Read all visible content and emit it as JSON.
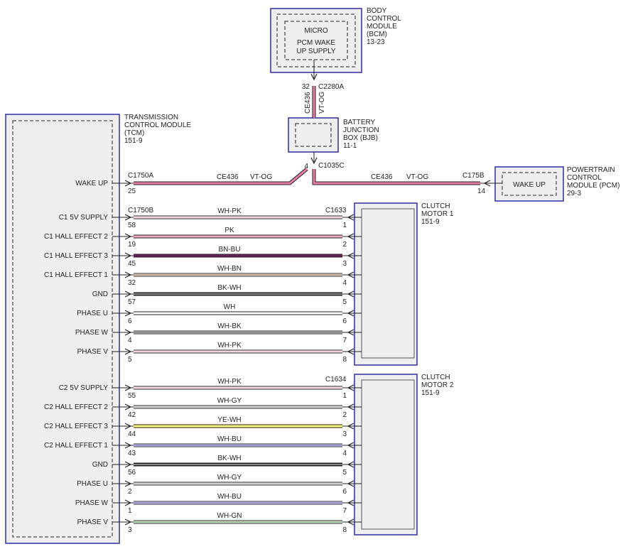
{
  "modules": {
    "bcm": {
      "lines": [
        "BODY",
        "CONTROL",
        "MODULE",
        "(BCM)",
        "13-23"
      ],
      "inner_title": "MICRO",
      "inner_lines": [
        "PCM WAKE",
        "UP SUPPLY"
      ]
    },
    "bjb": {
      "lines": [
        "BATTERY",
        "JUNCTION",
        "BOX (BJB)",
        "11-1"
      ]
    },
    "tcm": {
      "lines": [
        "TRANSMISSION",
        "CONTROL MODULE",
        "(TCM)",
        "151-9"
      ]
    },
    "pcm": {
      "lines": [
        "POWERTRAIN",
        "CONTROL",
        "MODULE (PCM)",
        "29-3"
      ],
      "inner_label": "WAKE UP"
    },
    "motor1": {
      "lines": [
        "CLUTCH",
        "MOTOR 1",
        "151-9"
      ]
    },
    "motor2": {
      "lines": [
        "CLUTCH",
        "MOTOR 2",
        "151-9"
      ]
    }
  },
  "connectors": {
    "bcm_pin": "32",
    "bcm_conn": "C2280A",
    "bjb_vertical_wire": "CE436",
    "bjb_vertical_color": "VT-OG",
    "bjb_pin": "4",
    "bjb_conn": "C1035C",
    "tcm_wake_conn": "C1750A",
    "tcm_wake_pin": "25",
    "wake_left_circuit": "CE436",
    "wake_left_color": "VT-OG",
    "wake_right_circuit": "CE436",
    "wake_right_color": "VT-OG",
    "pcm_conn": "C175B",
    "pcm_pin": "14",
    "tcm_signal_conn": "C1750B",
    "motor1_conn": "C1633",
    "motor2_conn": "C1634"
  },
  "tcm_wake_label": "WAKE UP",
  "group1": [
    {
      "label": "C1 5V SUPPLY",
      "pin": "58",
      "color": "WH-PK",
      "mpin": "1",
      "stroke": "#ffffff",
      "stripe": "#f2a7c4"
    },
    {
      "label": "C1 HALL EFFECT 2",
      "pin": "19",
      "color": "PK",
      "mpin": "2",
      "stroke": "#f0a9bd",
      "stripe": ""
    },
    {
      "label": "C1 HALL EFFECT 3",
      "pin": "45",
      "color": "BN-BU",
      "mpin": "3",
      "stroke": "#7a1f3a",
      "stripe": "#4a2a8a"
    },
    {
      "label": "C1 HALL EFFECT 1",
      "pin": "32",
      "color": "WH-BN",
      "mpin": "4",
      "stroke": "#ffffff",
      "stripe": "#9a6a3a"
    },
    {
      "label": "GND",
      "pin": "57",
      "color": "BK-WH",
      "mpin": "5",
      "stroke": "#111111",
      "stripe": "#ffffff"
    },
    {
      "label": "PHASE U",
      "pin": "6",
      "color": "WH",
      "mpin": "6",
      "stroke": "#ffffff",
      "stripe": ""
    },
    {
      "label": "PHASE W",
      "pin": "4",
      "color": "WH-BK",
      "mpin": "7",
      "stroke": "#ffffff",
      "stripe": "#222222"
    },
    {
      "label": "PHASE V",
      "pin": "5",
      "color": "WH-PK",
      "mpin": "8",
      "stroke": "#ffffff",
      "stripe": "#f2a7c4"
    }
  ],
  "group2": [
    {
      "label": "C2 5V SUPPLY",
      "pin": "55",
      "color": "WH-PK",
      "mpin": "1",
      "stroke": "#ffffff",
      "stripe": "#f2a7c4"
    },
    {
      "label": "C2 HALL EFFECT 2",
      "pin": "42",
      "color": "WH-GY",
      "mpin": "2",
      "stroke": "#ffffff",
      "stripe": "#999999"
    },
    {
      "label": "C2 HALL EFFECT 3",
      "pin": "44",
      "color": "YE-WH",
      "mpin": "3",
      "stroke": "#ffef33",
      "stripe": "#ffffff"
    },
    {
      "label": "C2 HALL EFFECT 1",
      "pin": "43",
      "color": "WH-BU",
      "mpin": "4",
      "stroke": "#ffffff",
      "stripe": "#3a3acc"
    },
    {
      "label": "GND",
      "pin": "56",
      "color": "BK-WH",
      "mpin": "5",
      "stroke": "#111111",
      "stripe": "#ffffff"
    },
    {
      "label": "PHASE U",
      "pin": "2",
      "color": "WH-GY",
      "mpin": "6",
      "stroke": "#ffffff",
      "stripe": "#999999"
    },
    {
      "label": "PHASE W",
      "pin": "1",
      "color": "WH-BU",
      "mpin": "7",
      "stroke": "#ffffff",
      "stripe": "#3a3acc"
    },
    {
      "label": "PHASE V",
      "pin": "3",
      "color": "WH-GN",
      "mpin": "8",
      "stroke": "#ffffff",
      "stripe": "#5aa35a"
    }
  ],
  "wake_wire_color": "#e87aa8"
}
